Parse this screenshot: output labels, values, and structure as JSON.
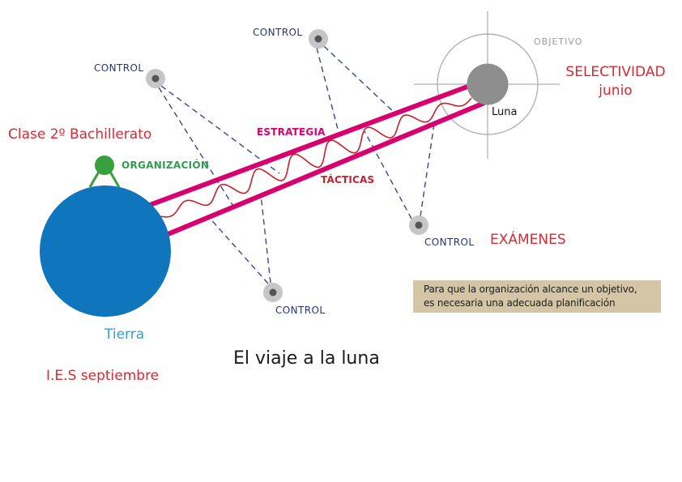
{
  "diagram": {
    "title": "El viaje a la luna",
    "earth": {
      "label": "Tierra",
      "class_label": "Clase 2º Bachillerato",
      "school_label": "I.E.S septiembre",
      "organization_label": "ORGANIZACIÓN"
    },
    "moon": {
      "label": "Luna",
      "objective_label": "OBJETIVO",
      "selectivity_label": "SELECTIVIDAD",
      "selectivity_month": "junio",
      "exams_label": "EXÁMENES"
    },
    "path": {
      "strategy_label": "ESTRATEGIA",
      "tactics_label": "TÁCTICAS"
    },
    "controls": [
      {
        "label": "CONTROL"
      },
      {
        "label": "CONTROL"
      },
      {
        "label": "CONTROL"
      },
      {
        "label": "CONTROL"
      }
    ],
    "note": {
      "line1": "Para que la organización alcance un objetivo,",
      "line2": "es necesaria una adecuada planificación"
    },
    "colors": {
      "earth_blue": "#0f75bc",
      "earth_text_blue": "#2da0dc",
      "moon_gray": "#8e8e8e",
      "magenta": "#d8006e",
      "red_text": "#d62a35",
      "tactics_red": "#cc1f2c",
      "wavy_red": "#c82028",
      "navy_text": "#27327e",
      "dash_navy": "#3a4494",
      "green": "#35a03c",
      "green_text": "#2f9e4c",
      "objective_gray": "#9c9c9c",
      "crosshair_gray": "#9b9b9b",
      "control_outer": "#c6c6c6",
      "control_inner": "#555555",
      "note_bg": "#d3c5a5",
      "note_text": "#1f1f1f",
      "title_black": "#1a1a1a"
    }
  }
}
